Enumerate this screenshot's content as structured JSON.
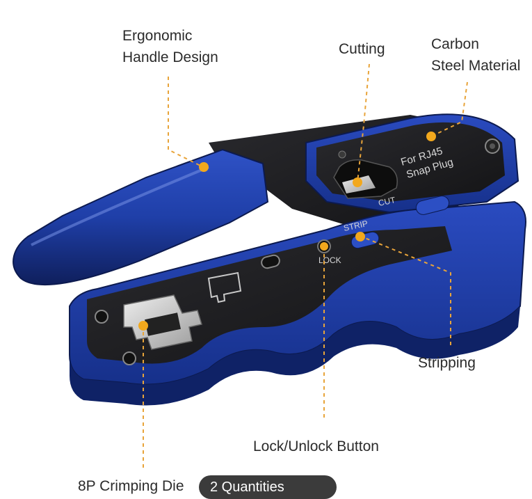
{
  "callouts": {
    "ergonomic": {
      "line1": "Ergonomic",
      "line2": "Handle Design"
    },
    "cutting": {
      "text": "Cutting"
    },
    "carbon": {
      "line1": "Carbon",
      "line2": "Steel Material"
    },
    "stripping": {
      "text": "Stripping"
    },
    "lock": {
      "text": "Lock/Unlock Button"
    },
    "crimp": {
      "text": "8P Crimping Die"
    }
  },
  "tool_markings": {
    "plate_text_1": "For RJ45",
    "plate_text_2": "Snap Plug",
    "cut": "CUT",
    "strip": "STRIP",
    "lock": "LOCK"
  },
  "overlay": {
    "text": "2 Quantities"
  },
  "colors": {
    "handle_blue": "#1f3fa8",
    "handle_dark": "#142a78",
    "plate_black": "#1c1c1e",
    "accent_gold": "#f2a81d",
    "leader_line": "#e8a43a"
  }
}
